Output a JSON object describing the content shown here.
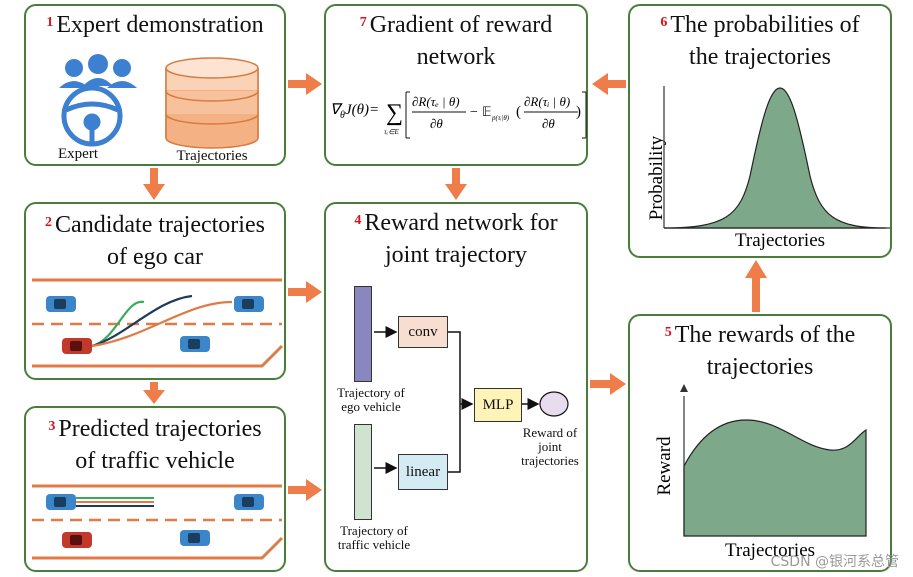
{
  "panels": {
    "p1": {
      "num": "1",
      "title": "Expert demonstration",
      "expert_label": "Expert",
      "traj_label": "Trajectories"
    },
    "p2": {
      "num": "2",
      "title_l1": "Candidate trajectories",
      "title_l2": "of ego car"
    },
    "p3": {
      "num": "3",
      "title_l1": "Predicted trajectories",
      "title_l2": "of traffic vehicle"
    },
    "p4": {
      "num": "4",
      "title_l1": "Reward network for",
      "title_l2": "joint trajectory",
      "conv": "conv",
      "linear": "linear",
      "mlp": "MLP",
      "ego_l1": "Trajectory of",
      "ego_l2": "ego vehicle",
      "traffic_l1": "Trajectory of",
      "traffic_l2": "traffic vehicle",
      "reward_l1": "Reward of",
      "reward_l2": "joint",
      "reward_l3": "trajectories"
    },
    "p5": {
      "num": "5",
      "title_l1": "The rewards of the",
      "title_l2": "trajectories",
      "ylabel": "Reward",
      "xlabel": "Trajectories"
    },
    "p6": {
      "num": "6",
      "title_l1": "The probabilities of",
      "title_l2": "the trajectories",
      "ylabel": "Probability",
      "xlabel": "Trajectories"
    },
    "p7": {
      "num": "7",
      "title_l1": "Gradient of reward",
      "title_l2": "network"
    }
  },
  "colors": {
    "panel_border": "#4a7d3a",
    "arrow": "#ee7d4a",
    "fill_green": "#7da98a",
    "number_red": "#d8151c"
  },
  "watermark": "CSDN @银河系总管"
}
